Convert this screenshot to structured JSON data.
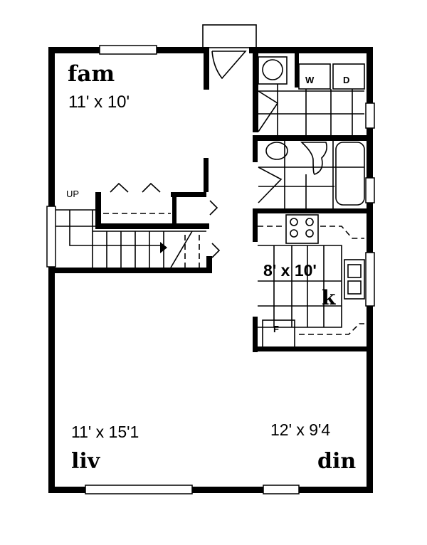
{
  "rooms": {
    "fam": {
      "name": "fam",
      "size": "11' x 10'"
    },
    "kitchen": {
      "name": "k",
      "size": "8' x 10'"
    },
    "liv": {
      "name": "liv",
      "size": "11' x 15'1"
    },
    "din": {
      "name": "din",
      "size": "12' x 9'4"
    }
  },
  "fixtures": {
    "washer": "W",
    "dryer": "D",
    "fridge": "F"
  },
  "stairs": {
    "label": "UP"
  }
}
